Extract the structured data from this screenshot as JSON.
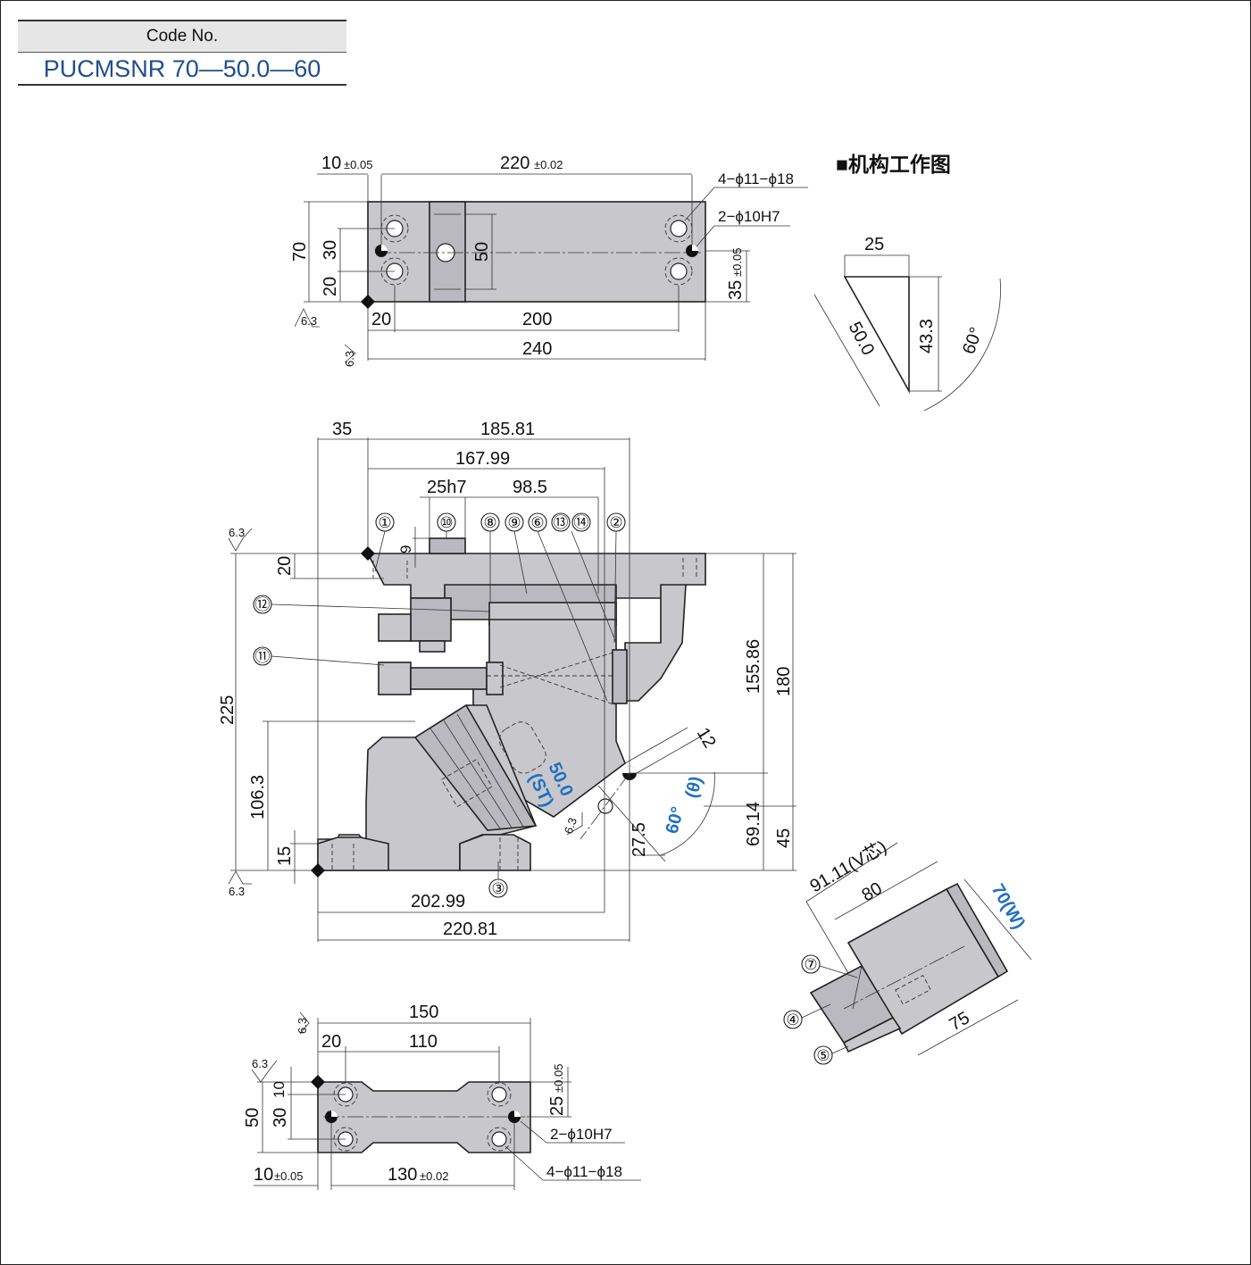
{
  "header": {
    "code_label": "Code No.",
    "code_value": "PUCMSNR 70—50.0—60"
  },
  "top_view": {
    "d_10_main": "10",
    "d_10_tol": "±0.05",
    "d_220_main": "220",
    "d_220_tol": "±0.02",
    "holes_4": "4−ϕ11−ϕ18",
    "holes_2": "2−ϕ10H7",
    "d_70": "70",
    "d_30": "30",
    "d_20_side": "20",
    "d_50": "50",
    "d_35_main": "35",
    "d_35_tol": "±0.05",
    "d_20_bottom": "20",
    "d_200": "200",
    "d_240": "240",
    "rough_a": "6.3",
    "rough_b": "6.3"
  },
  "mechanism": {
    "title": "■机构工作图",
    "d_25": "25",
    "d_50": "50.0",
    "d_43": "43.3",
    "angle": "60°"
  },
  "front_view": {
    "d_35": "35",
    "d_185": "185.81",
    "d_167": "167.99",
    "d_25h7": "25h7",
    "d_98": "98.5",
    "d_9": "9",
    "d_20": "20",
    "d_225": "225",
    "d_106": "106.3",
    "d_15": "15",
    "d_155": "155.86",
    "d_180": "180",
    "d_69": "69.14",
    "d_45": "45",
    "d_12": "12",
    "d_27": "27.5",
    "d_202": "202.99",
    "d_220": "220.81",
    "stroke_value": "50.0",
    "stroke_label": "(ST)",
    "angle_value": "60°",
    "angle_label": "(θ)",
    "rough_a": "6.3",
    "rough_b": "6.3",
    "rough_c": "6.3",
    "callouts": [
      "①",
      "②",
      "③",
      "④",
      "⑤",
      "⑥",
      "⑦",
      "⑧",
      "⑨",
      "⑩",
      "⑪",
      "⑫",
      "⑬",
      "⑭"
    ]
  },
  "bottom_view": {
    "d_150": "150",
    "d_20": "20",
    "d_110": "110",
    "d_25_main": "25",
    "d_25_tol": "±0.05",
    "d_50": "50",
    "d_30": "30",
    "d_10": "10",
    "holes_2": "2−ϕ10H7",
    "holes_4": "4−ϕ11−ϕ18",
    "d_10b_main": "10",
    "d_10b_tol": "±0.05",
    "d_130_main": "130",
    "d_130_tol": "±0.02",
    "rough_a": "6.3",
    "rough_b": "6.3"
  },
  "iso_view": {
    "d_91": "91.11(V芯)",
    "d_80": "80",
    "d_70w": "70(W)",
    "d_75": "75"
  }
}
